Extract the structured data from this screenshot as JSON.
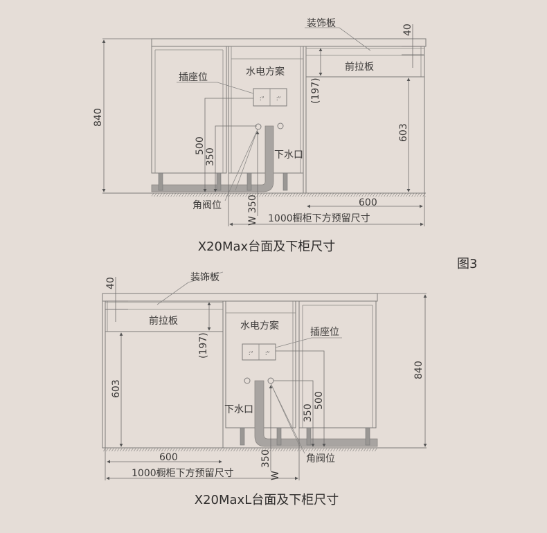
{
  "figure_label": "图3",
  "top": {
    "title": "X20Max台面及下柜尺寸",
    "labels": {
      "decor_board": "装饰板",
      "front_panel": "前拉板",
      "utility_plan": "水电方案",
      "socket_position": "插座位",
      "drain_outlet": "下水口",
      "angle_valve": "角阀位"
    },
    "dims": {
      "height": "840",
      "decor": "40",
      "front_panel": "(197)",
      "opening_height": "603",
      "socket_height": "500",
      "valve_height": "350",
      "drain_max": "350",
      "drain_le": "W",
      "width": "600",
      "reserved": "1000橱柜下方预留尺寸"
    }
  },
  "bottom": {
    "title": "X20MaxL台面及下柜尺寸",
    "labels": {
      "decor_board": "装饰板",
      "front_panel": "前拉板",
      "utility_plan": "水电方案",
      "socket_position": "插座位",
      "drain_outlet": "下水口",
      "angle_valve": "角阀位"
    },
    "dims": {
      "height": "840",
      "decor": "40",
      "front_panel": "(197)",
      "opening_height": "603",
      "socket_height": "500",
      "valve_height": "350",
      "drain_max": "350",
      "drain_le": "W",
      "width": "600",
      "reserved": "1000橱柜下方预留尺寸"
    }
  }
}
